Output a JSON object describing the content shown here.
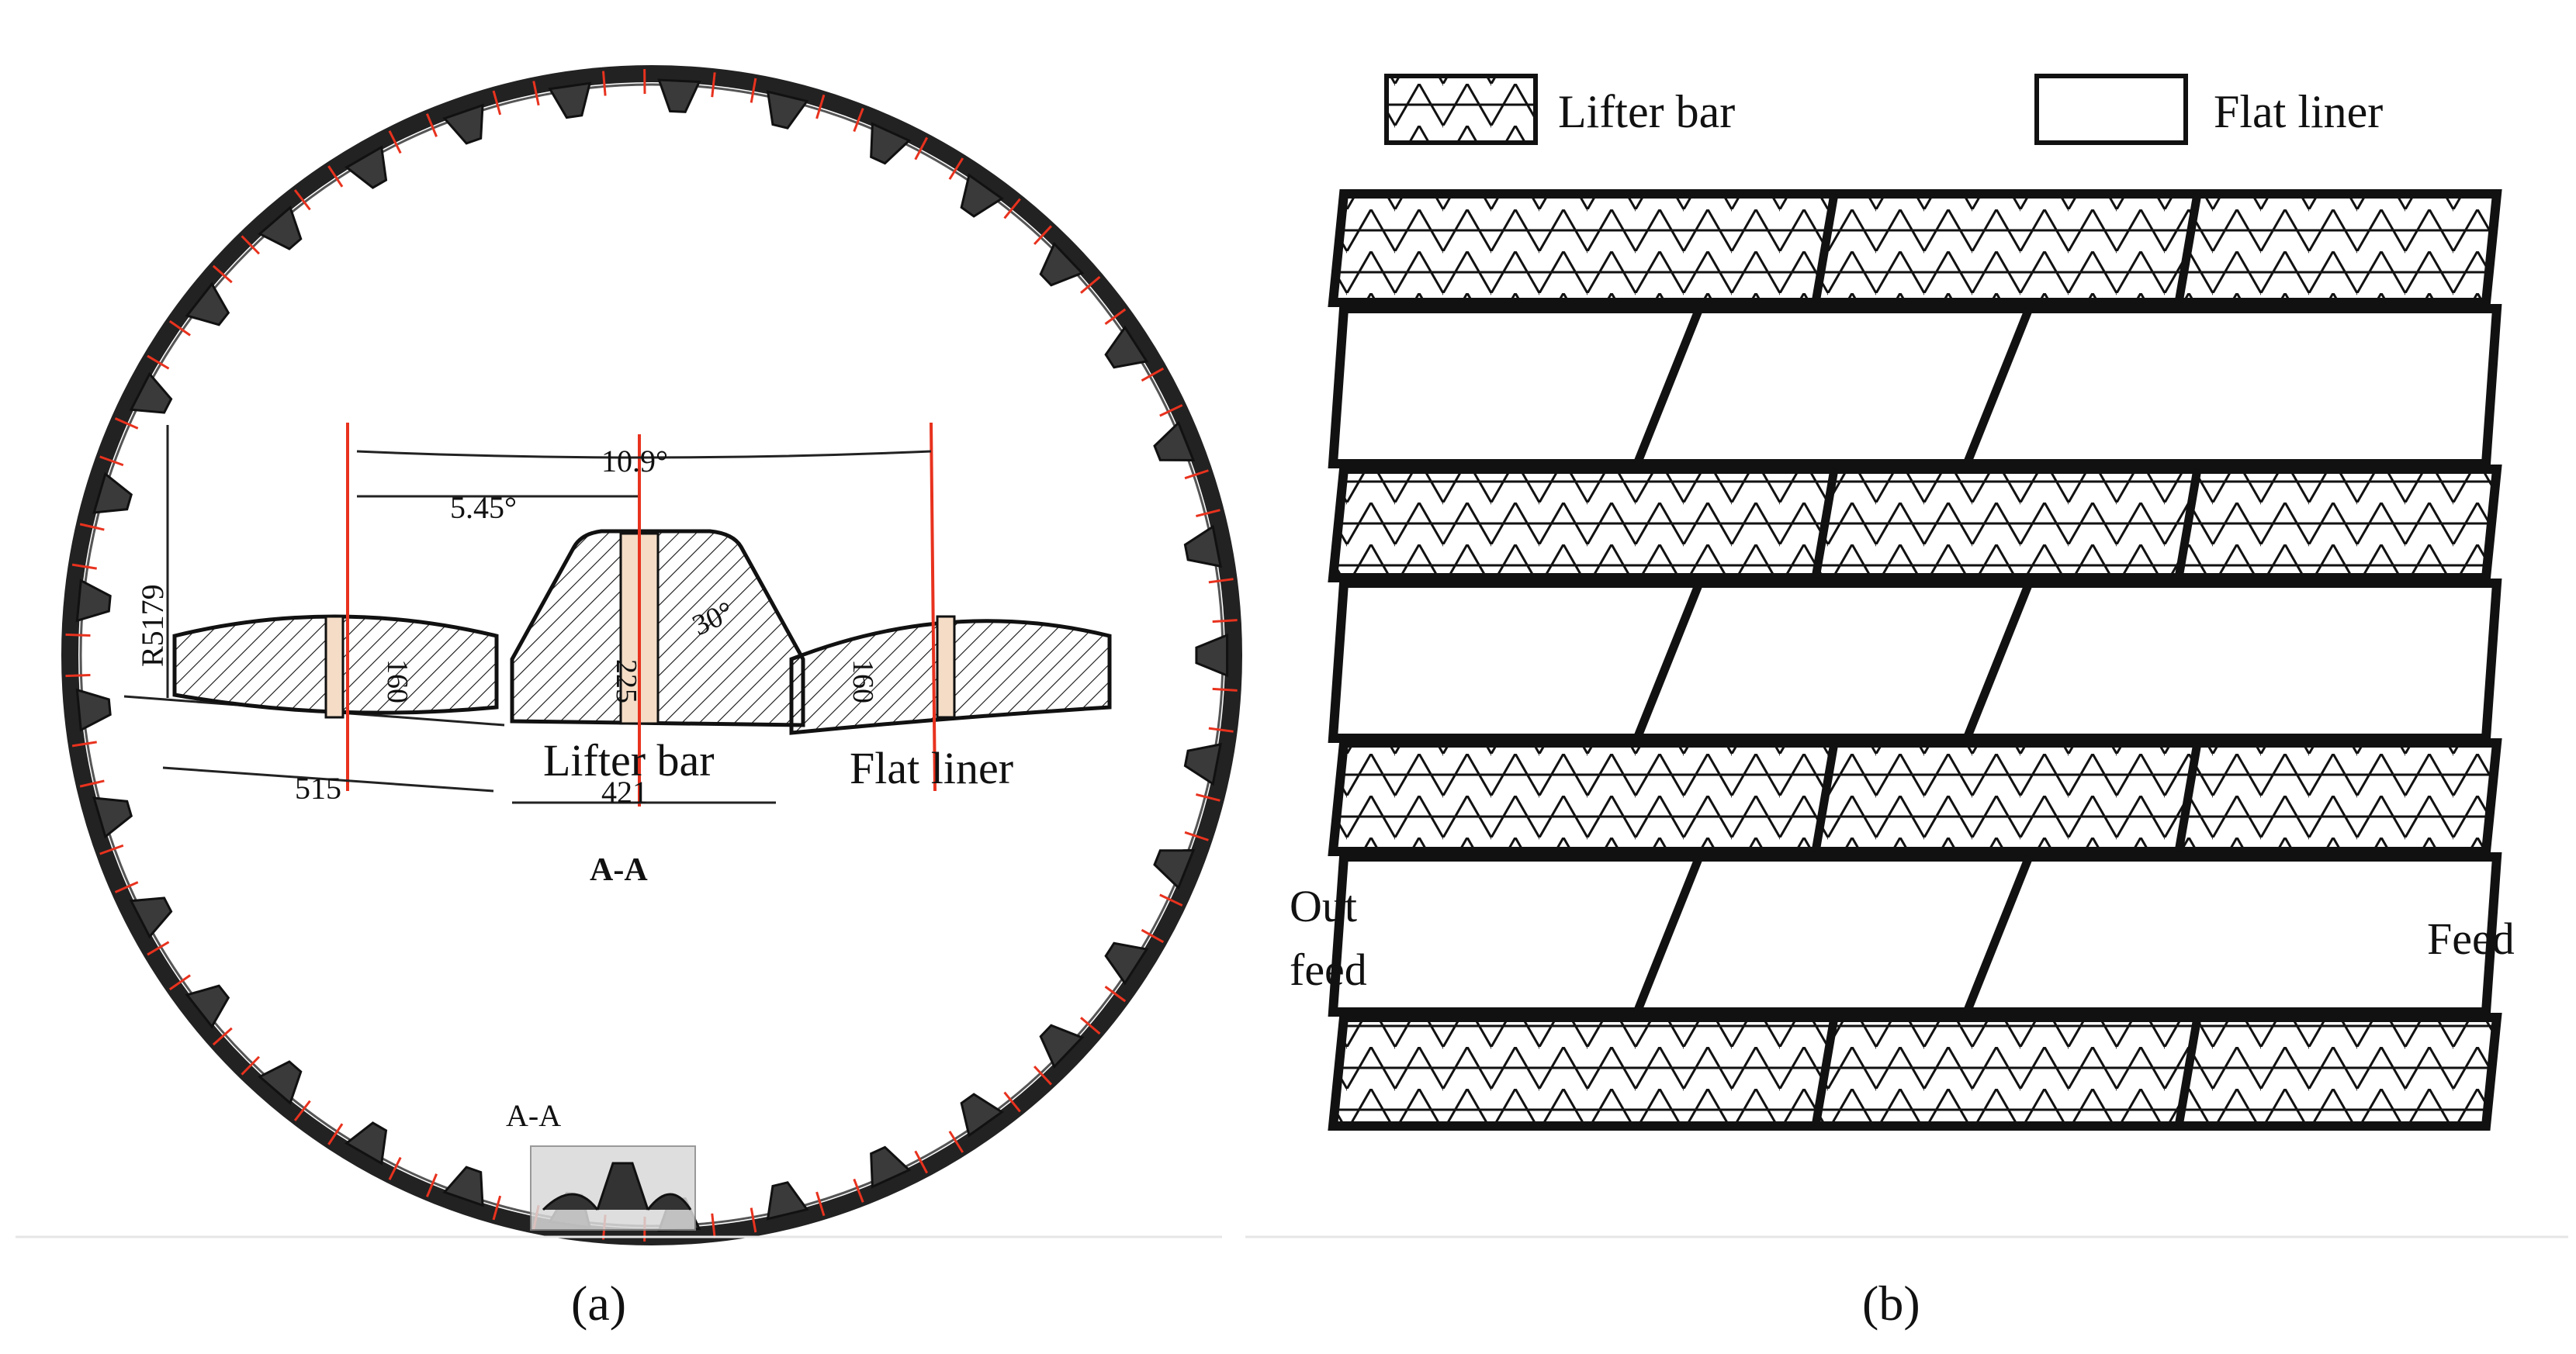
{
  "panel_a": {
    "caption": "(a)",
    "section_title": "A-A",
    "box_label": "A-A",
    "angles": {
      "full": "10.9°",
      "half": "5.45°",
      "lifter_face": "30°"
    },
    "dims": {
      "radius": "R5179",
      "flat_width": "515",
      "lifter_width": "421",
      "flat_height_left": "160",
      "flat_height_right": "160",
      "lifter_height": "225"
    },
    "labels": {
      "lifter": "Lifter bar",
      "flat": "Flat liner"
    }
  },
  "panel_b": {
    "caption": "(b)",
    "legend": {
      "lifter": "Lifter bar",
      "flat": "Flat liner"
    },
    "labels": {
      "outfeed_1": "Out",
      "outfeed_2": "feed",
      "feed": "Feed"
    }
  },
  "colors": {
    "stroke": "#111111",
    "accent_red": "#e8321e",
    "highlight_box": "#d9d9d9"
  }
}
